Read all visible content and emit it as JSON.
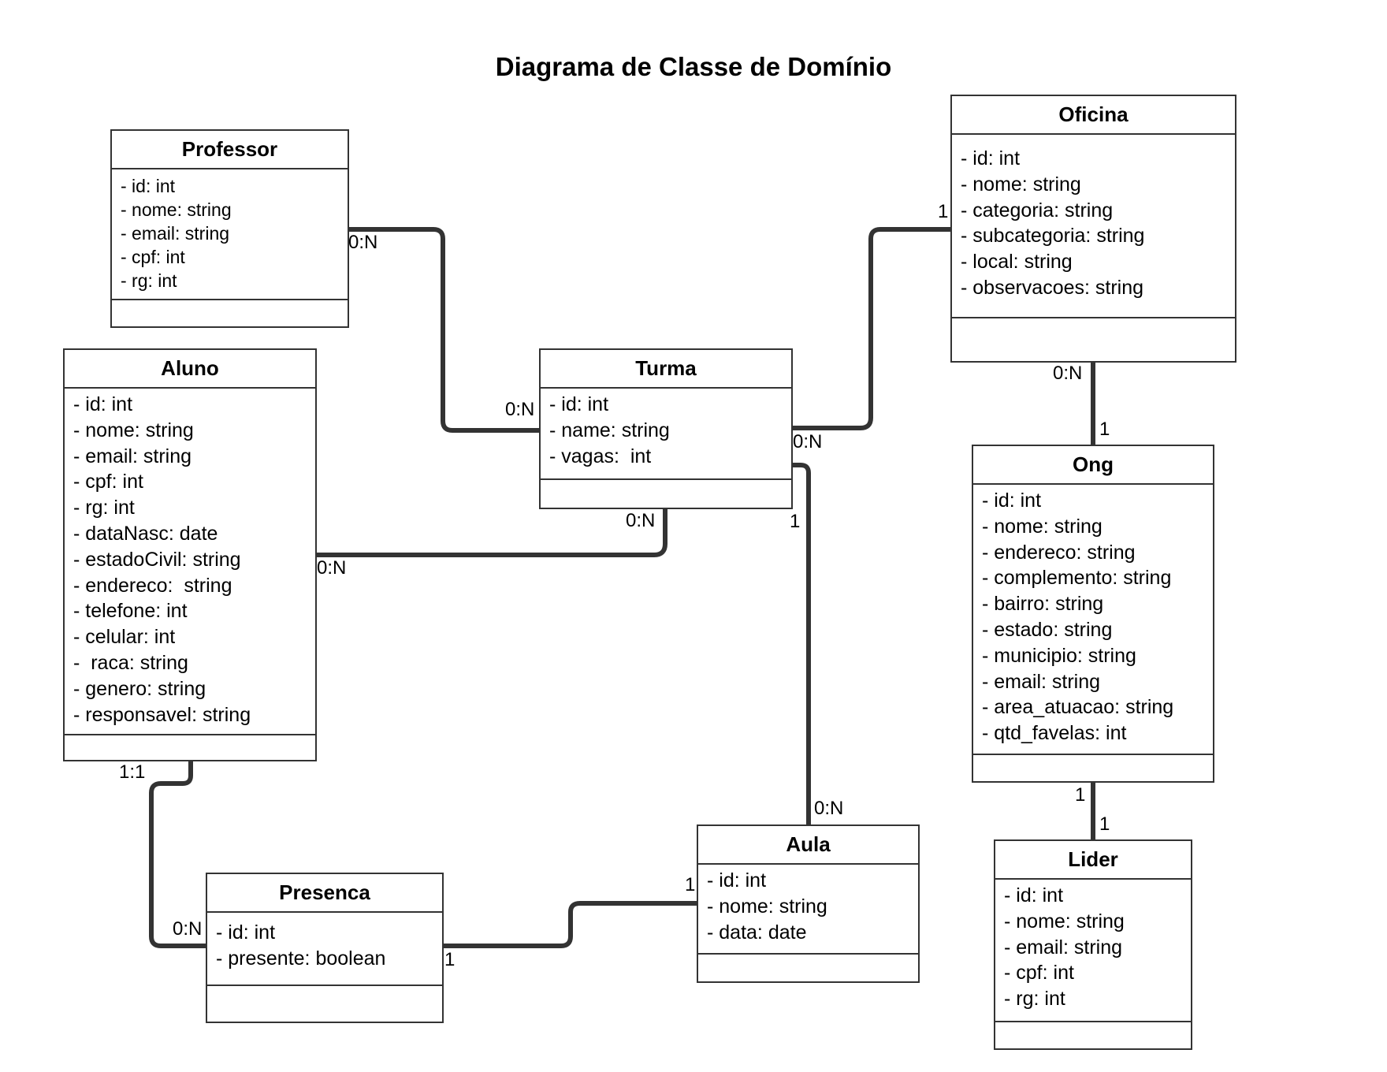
{
  "title": "Diagrama de Classe de Domínio",
  "classes": {
    "professor": {
      "name": "Professor",
      "attributes": [
        "- id: int",
        "- nome: string",
        "- email: string",
        "- cpf: int",
        "- rg: int"
      ]
    },
    "aluno": {
      "name": "Aluno",
      "attributes": [
        "- id: int",
        "- nome: string",
        "- email: string",
        "- cpf: int",
        "- rg: int",
        "- dataNasc: date",
        "- estadoCivil: string",
        "- endereco:  string",
        "- telefone: int",
        "- celular: int",
        "-  raca: string",
        "- genero: string",
        "- responsavel: string"
      ]
    },
    "turma": {
      "name": "Turma",
      "attributes": [
        "- id: int",
        "- name: string",
        "- vagas:  int"
      ]
    },
    "oficina": {
      "name": "Oficina",
      "attributes": [
        "- id: int",
        "- nome: string",
        "- categoria: string",
        "- subcategoria: string",
        "- local: string",
        "- observacoes: string"
      ]
    },
    "ong": {
      "name": "Ong",
      "attributes": [
        "- id: int",
        "- nome: string",
        "- endereco: string",
        "- complemento: string",
        "- bairro: string",
        "- estado: string",
        "- municipio: string",
        "- email: string",
        "- area_atuacao: string",
        "- qtd_favelas: int"
      ]
    },
    "aula": {
      "name": "Aula",
      "attributes": [
        "- id: int",
        "- nome: string",
        "- data: date"
      ]
    },
    "presenca": {
      "name": "Presenca",
      "attributes": [
        "- id: int",
        "- presente: boolean"
      ]
    },
    "lider": {
      "name": "Lider",
      "attributes": [
        "- id: int",
        "- nome: string",
        "- email: string",
        "- cpf: int",
        "- rg: int"
      ]
    }
  },
  "multiplicities": {
    "professor_turma_prof": "0:N",
    "professor_turma_turma": "0:N",
    "aluno_turma_aluno": "0:N",
    "aluno_turma_turma": "0:N",
    "turma_oficina_turma": "0:N",
    "turma_oficina_oficina": "1",
    "turma_aula_turma": "1",
    "turma_aula_aula": "0:N",
    "oficina_ong_oficina": "0:N",
    "oficina_ong_ong": "1",
    "ong_lider_ong": "1",
    "ong_lider_lider": "1",
    "aluno_presenca_aluno": "1:1",
    "aluno_presenca_presenca": "0:N",
    "presenca_aula_presenca": "1",
    "presenca_aula_aula": "1"
  }
}
